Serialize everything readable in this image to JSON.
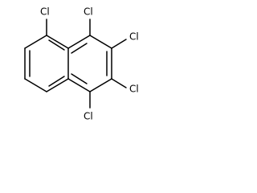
{
  "molecule": {
    "structure": "naphthalene",
    "substituents": [
      {
        "position": 1,
        "symbol": "Cl"
      },
      {
        "position": 2,
        "symbol": "Cl"
      },
      {
        "position": 3,
        "symbol": "Cl"
      },
      {
        "position": 4,
        "symbol": "Cl"
      },
      {
        "position": 5,
        "symbol": "Cl"
      }
    ]
  }
}
